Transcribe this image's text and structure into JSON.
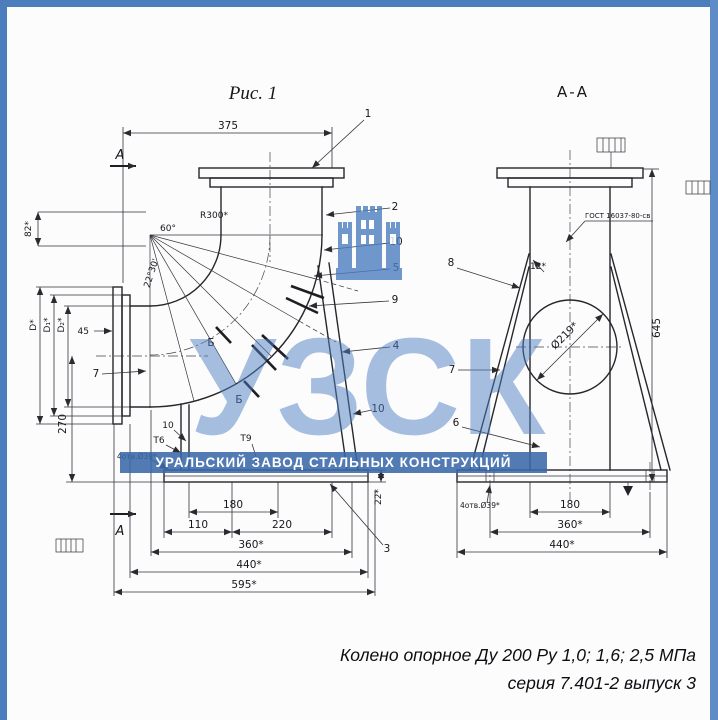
{
  "page": {
    "caption": {
      "line1": "Колено опорное Ду 200 Ру 1,0; 1,6; 2,5 МПа",
      "line2": "серия 7.401-2 выпуск 3"
    }
  },
  "watermark": {
    "logo": "УЗСК",
    "banner": "УРАЛЬСКИЙ ЗАВОД СТАЛЬНЫХ КОНСТРУКЦИЙ",
    "accent_color": "#4c7dbd"
  },
  "fig1": {
    "title": "Рис. 1",
    "view_label": "А",
    "d375": "375",
    "r300": "R300*",
    "a60": "60°",
    "a2230": "22°30'",
    "d82": "82*",
    "d45": "45",
    "dD": "D*",
    "dD1": "D₁*",
    "dD2": "D₂*",
    "d270": "270",
    "d180": "180",
    "d110": "110",
    "d220": "220",
    "d360": "360*",
    "d440": "440*",
    "d595": "595*",
    "d22": "22*",
    "t10": "10",
    "t6": "Т6",
    "t9": "Т9",
    "holes": "4отв.Ø39*",
    "flagB": "Б",
    "c1": "1",
    "c2": "2",
    "c10": "10",
    "c5": "5",
    "c9": "9",
    "c4": "4",
    "c10b": "10",
    "c3": "3",
    "c7": "7"
  },
  "sectionAA": {
    "title": "А-А",
    "gost": "ГОСТ 16037-80-св",
    "d645": "645",
    "d180": "180",
    "d360": "360*",
    "d440": "440*",
    "d219": "Ø219*",
    "d12": "12*",
    "holes": "4отв.Ø39*",
    "c8": "8",
    "c7": "7",
    "c6": "6"
  }
}
